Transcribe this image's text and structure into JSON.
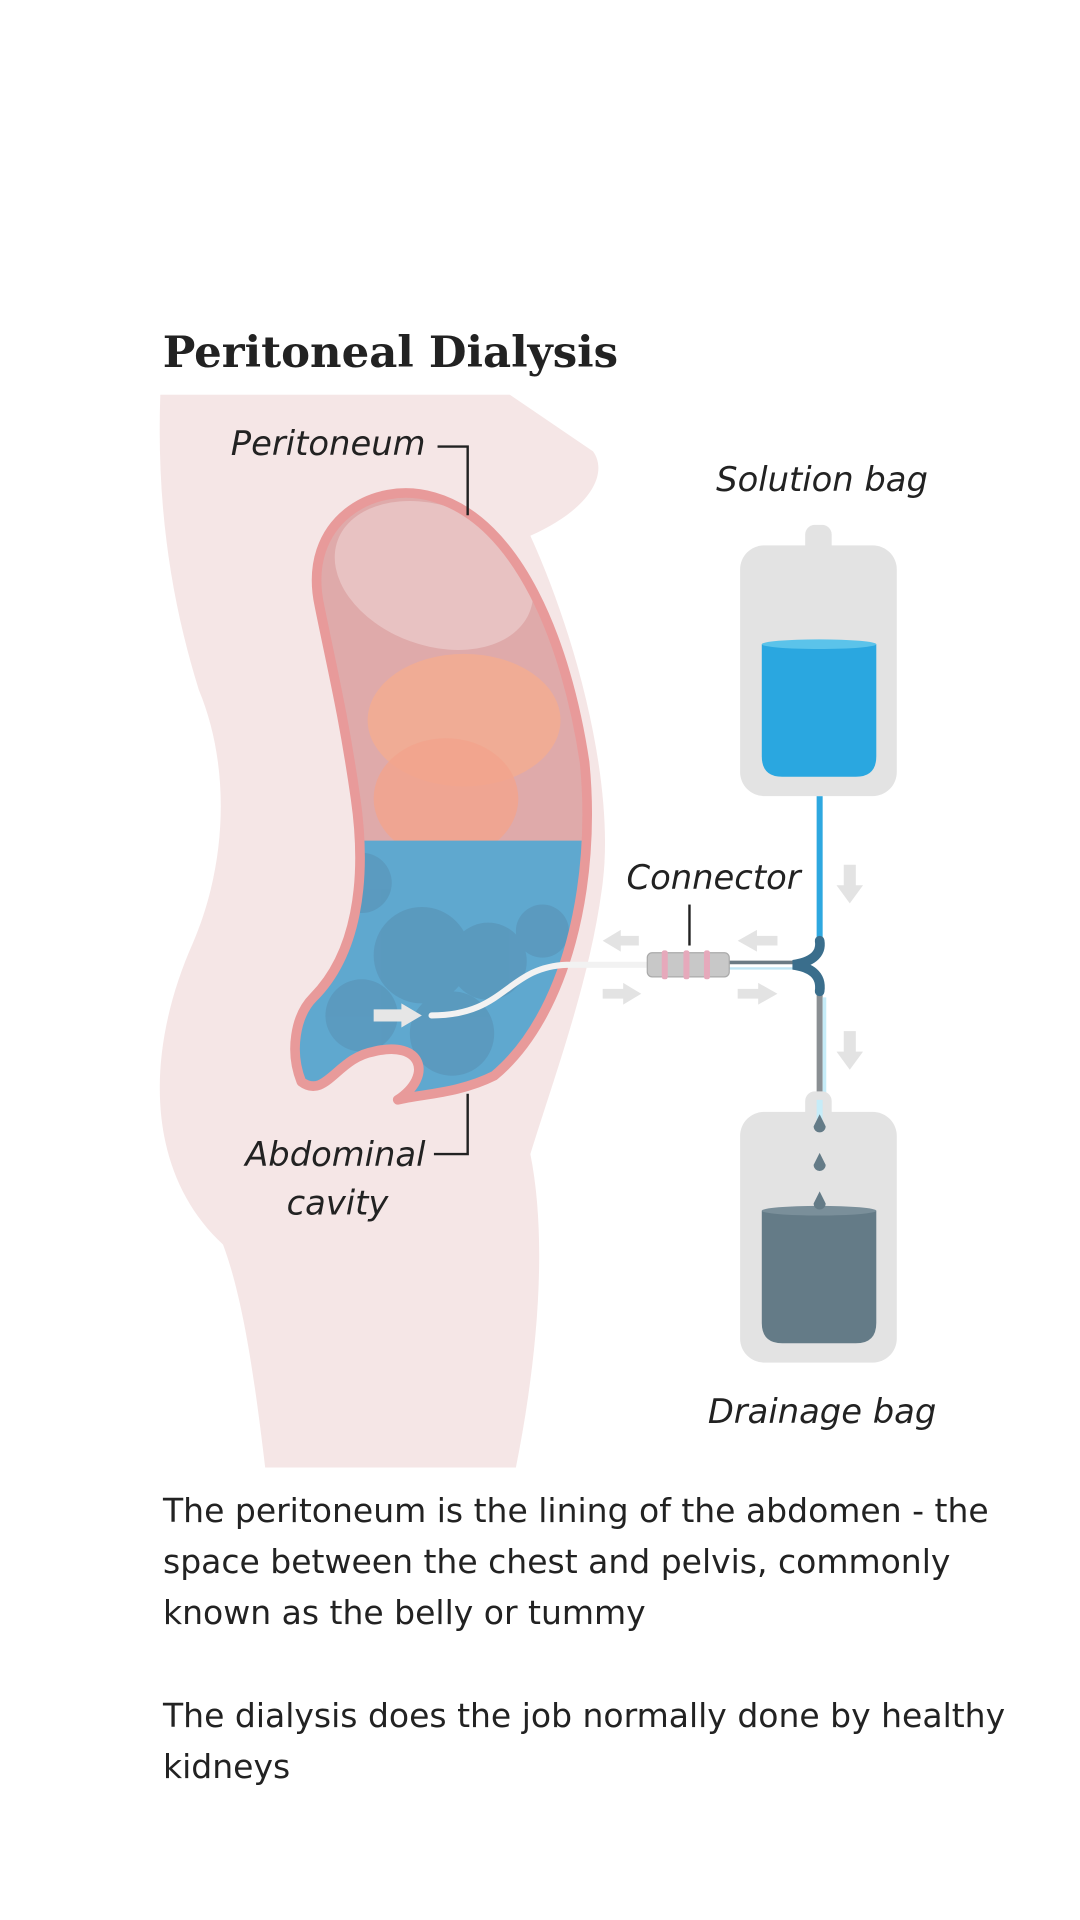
{
  "title": "Peritoneal Dialysis",
  "labels": {
    "peritoneum": "Peritoneum",
    "solution_bag": "Solution bag",
    "connector": "Connector",
    "abdominal_line1": "Abdominal",
    "abdominal_line2": "cavity",
    "drainage_bag": "Drainage bag"
  },
  "captions": [
    "The peritoneum is the lining of the abdomen - the space between the chest and pelvis, commonly known as the belly or tummy",
    "The dialysis does the job normally done by healthy kidneys"
  ],
  "colors": {
    "body": "#f5e6e6",
    "peritoneum_outline": "#e89a9a",
    "solution": "#2aa7e0",
    "drainage": "#647b87",
    "bag": "#e3e3e3",
    "tube_junction": "#3a6e8c"
  }
}
